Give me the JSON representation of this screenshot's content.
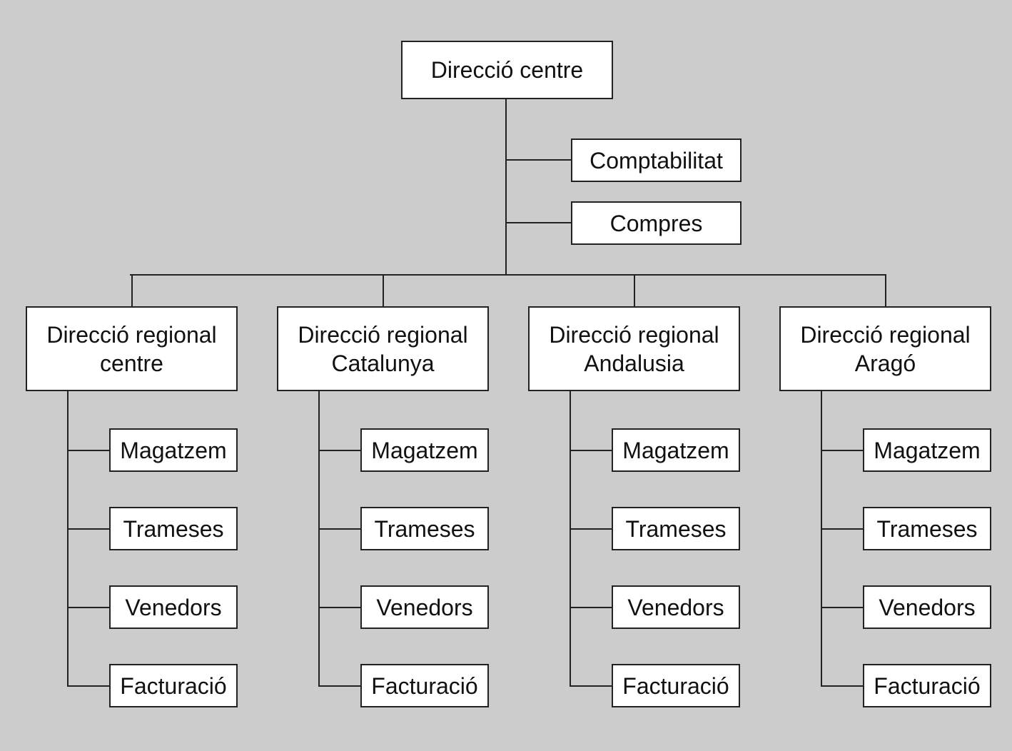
{
  "diagram": {
    "type": "org-chart",
    "colors": {
      "background": "#cccccc",
      "box_fill": "#ffffff",
      "line": "#222222"
    },
    "root": {
      "label": "Direcció centre",
      "staff": [
        {
          "label": "Comptabilitat"
        },
        {
          "label": "Compres"
        }
      ]
    },
    "regions": [
      {
        "line1": "Direcció regional",
        "line2": "centre",
        "departments": [
          "Magatzem",
          "Trameses",
          "Venedors",
          "Facturació"
        ]
      },
      {
        "line1": "Direcció regional",
        "line2": "Catalunya",
        "departments": [
          "Magatzem",
          "Trameses",
          "Venedors",
          "Facturació"
        ]
      },
      {
        "line1": "Direcció regional",
        "line2": "Andalusia",
        "departments": [
          "Magatzem",
          "Trameses",
          "Venedors",
          "Facturació"
        ]
      },
      {
        "line1": "Direcció regional",
        "line2": "Aragó",
        "departments": [
          "Magatzem",
          "Trameses",
          "Venedors",
          "Facturació"
        ]
      }
    ]
  }
}
